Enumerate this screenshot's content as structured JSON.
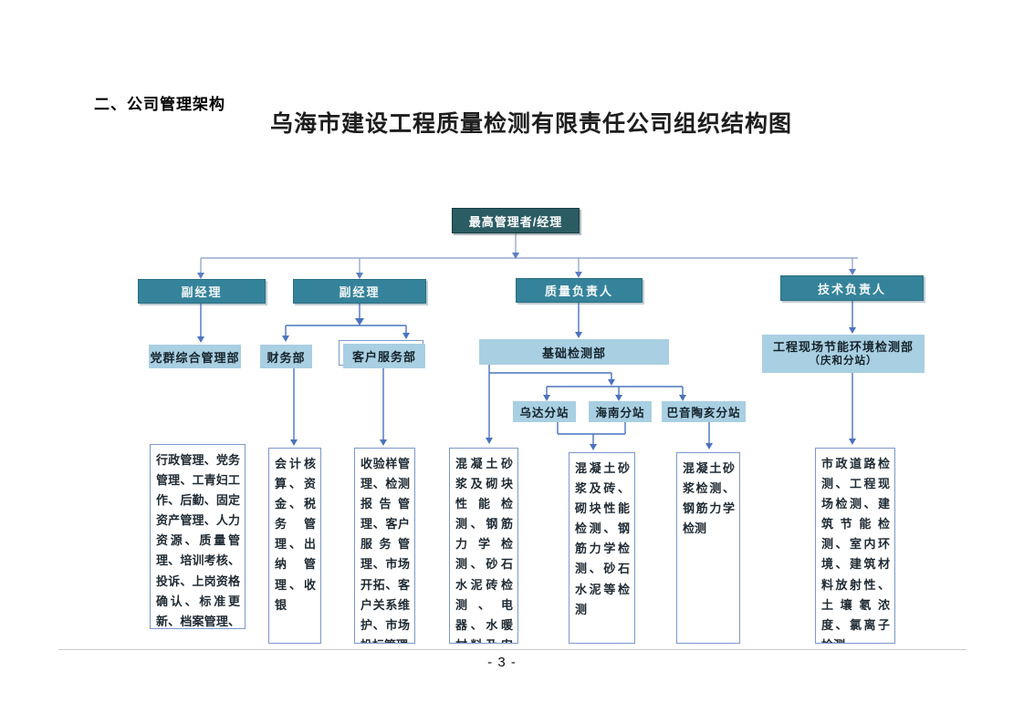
{
  "page": {
    "heading": "二、公司管理架构",
    "title": "乌海市建设工程质量检测有限责任公司组织结构图",
    "page_number": "- 3 -"
  },
  "org_chart": {
    "top": {
      "label": "最高管理者/经理"
    },
    "level2": [
      {
        "label": "副经理"
      },
      {
        "label": "副经理"
      },
      {
        "label": "质量负责人"
      },
      {
        "label": "技术负责人"
      }
    ],
    "departments": [
      {
        "label": "党群综合管理部"
      },
      {
        "label": "财务部"
      },
      {
        "label": "客户服务部"
      },
      {
        "label": "基础检测部"
      },
      {
        "label": "工程现场节能环境检测部",
        "sublabel": "（庆和分站）"
      }
    ],
    "stations": [
      {
        "label": "乌达分站"
      },
      {
        "label": "海南分站"
      },
      {
        "label": "巴音陶亥分站"
      }
    ],
    "duties": [
      {
        "text": "行政管理、党务管理、工青妇工作、后勤、固定资产管理、人力资源、质量管理、培训考核、投诉、上岗资格确认、标准更新、档案管理、仪器设备管理"
      },
      {
        "text": "会计核算、资金、税务管理、出纳管理、收银"
      },
      {
        "text": "收验样管理、检测报告管理、客户服务管理、市场开拓、客户关系维护、市场投标管理"
      },
      {
        "text": "混凝土砂浆及砌块性能检测、钢筋力学检测、砂石水泥砖检测、电器、水暖材料及安全防护检测、掺和料检测"
      },
      {
        "text": "混凝土砂浆及砖、砌块性能检测、钢筋力学检测、砂石水泥等检测"
      },
      {
        "text": "混凝土砂浆检测、钢筋力学检测"
      },
      {
        "text": "市政道路检测、工程现场检测、建筑节能检测、室内环境、建筑材料放射性、土壤氡浓度、氯离子检测"
      }
    ],
    "colors": {
      "top_box": "#2b5c64",
      "level2_box": "#35839a",
      "light_box": "#a9cfe2",
      "connector": "#4a73bd",
      "connector_light": "#97aacd",
      "duty_border": "#7b97cd"
    }
  }
}
